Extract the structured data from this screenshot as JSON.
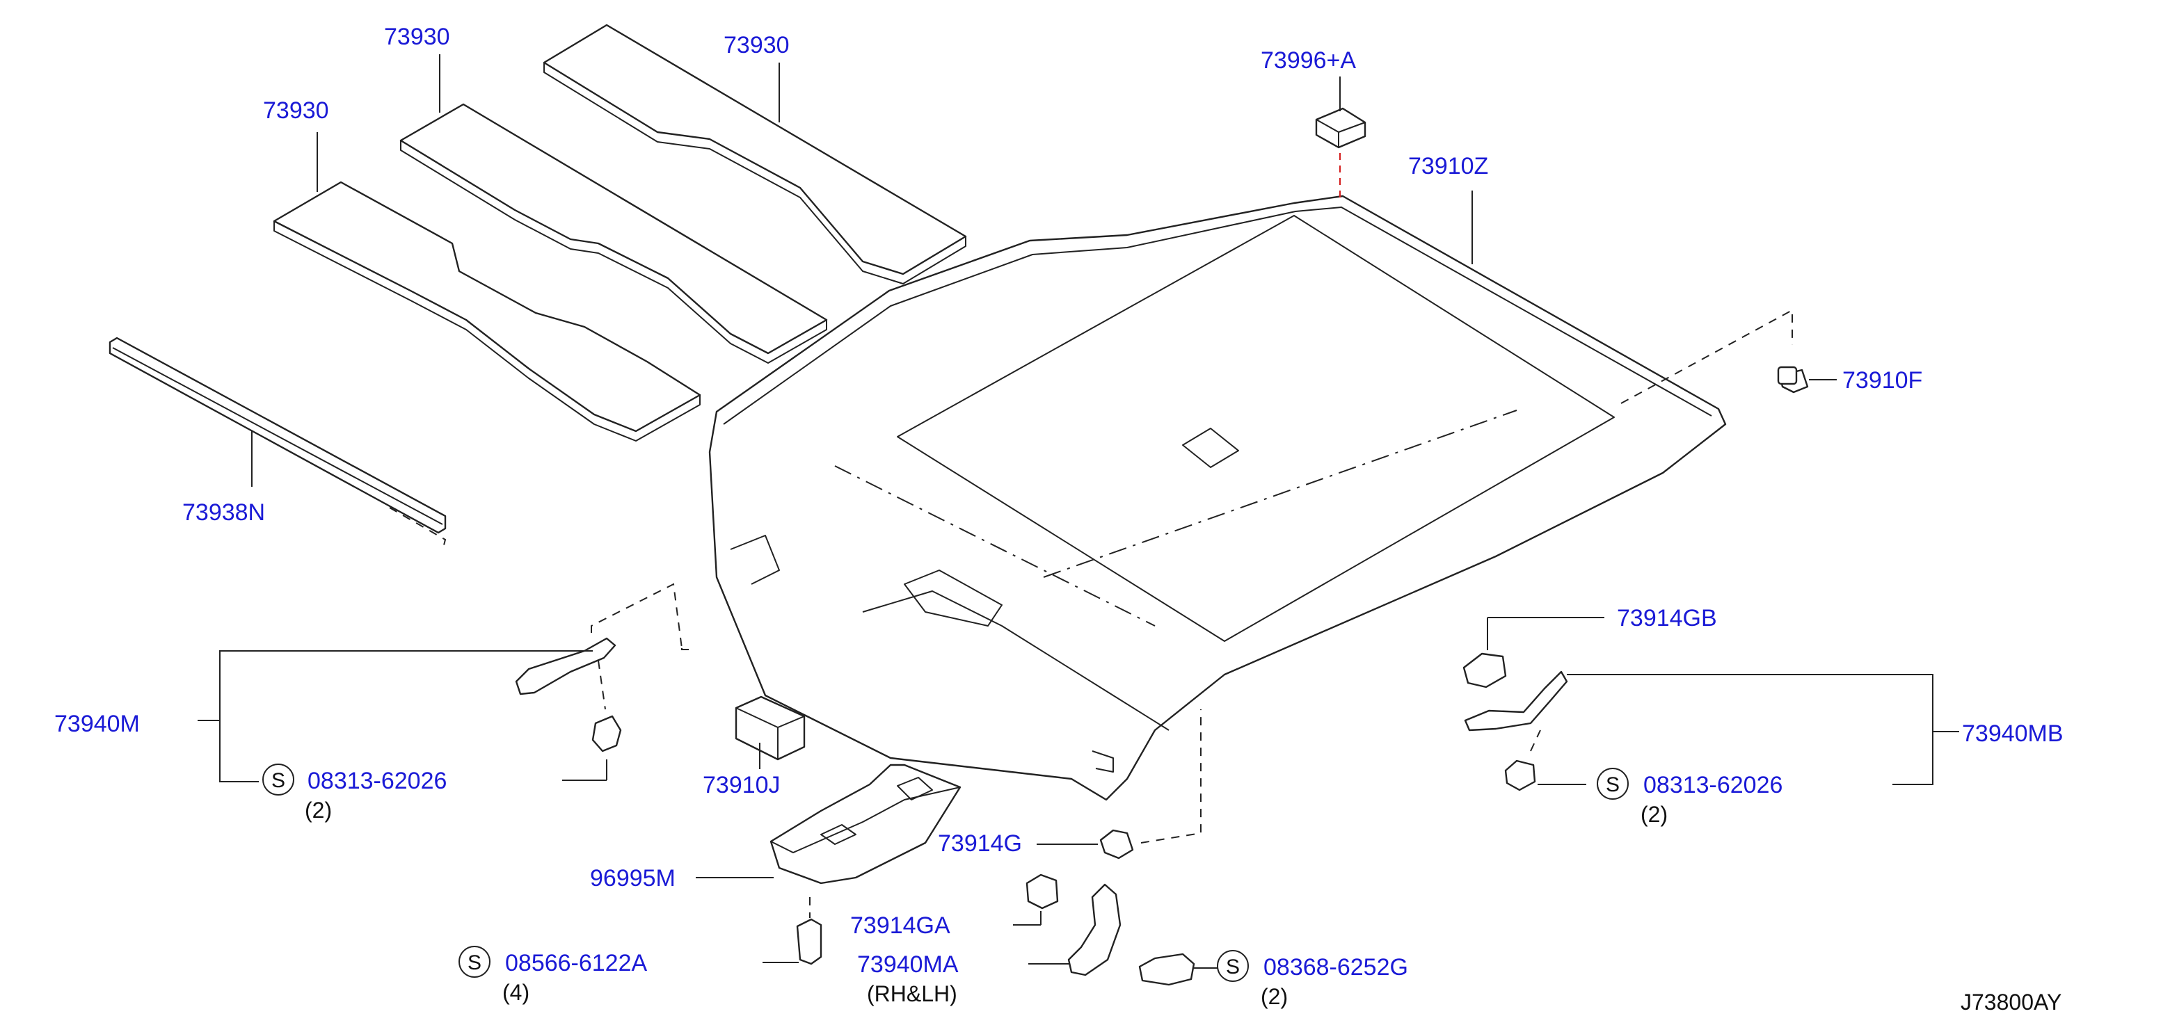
{
  "labels": {
    "foam_pad_top": "73930",
    "foam_pad_middle": "73930",
    "foam_pad_left": "73930",
    "trim_strip": "73938N",
    "clip_top": "73996+A",
    "headlining": "73910Z",
    "clip_right": "73910F",
    "handle_bracket_right": "73914GB",
    "handle_right_group": "73940MB",
    "handle_left_group": "73940M",
    "screw_left": "08313-62026",
    "screw_left_qty": "(2)",
    "screw_right": "08313-62026",
    "screw_right_qty": "(2)",
    "pad_block": "73910J",
    "clip_lower": "73914G",
    "console_bracket": "96995M",
    "handle_bracket_lower": "73914GA",
    "screw_console": "08566-6122A",
    "screw_console_qty": "(4)",
    "assist_grip": "73940MA",
    "assist_grip_note": "(RH&LH)",
    "screw_grip": "08368-6252G",
    "screw_grip_qty": "(2)",
    "diagram_code": "J73800AY"
  },
  "symbols": {
    "screw_marker": "S"
  },
  "colors": {
    "label": "#1a1ad6",
    "line": "#222222",
    "leader_red": "#d42020"
  }
}
